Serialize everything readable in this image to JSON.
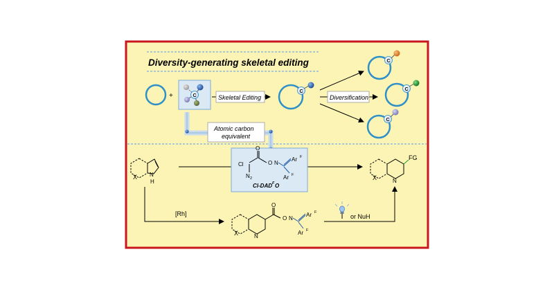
{
  "title": "Diversity-generating skeletal editing",
  "top_row": {
    "plus": "+",
    "reagent_atom": "C",
    "skeletal_editing_label": "Skeletal Editing",
    "product_atom": "C",
    "diversification_label": "Diversification",
    "products": [
      {
        "atom": "C",
        "substituent_color": "#e07b1a"
      },
      {
        "atom": "C",
        "substituent_color": "#1a9a2a"
      },
      {
        "atom": "C",
        "substituent_color": "#8c8cc8"
      }
    ],
    "atomic_carbon_label_line1": "Atomic carbon",
    "atomic_carbon_label_line2": "equivalent"
  },
  "bottom_row": {
    "indole_x": "X",
    "indole_nh": "H",
    "indole_n": "N",
    "reagent_box": {
      "cl": "Cl",
      "n2": "N",
      "n2_sub": "2",
      "o_carbonyl": "O",
      "o_ester": "O",
      "n_oxime": "N",
      "ar1": "Ar",
      "ar1_sup": "F",
      "ar2": "Ar",
      "ar2_sup": "F",
      "name_main": "Cl-DAD",
      "name_sup": "F",
      "name_tail": "O"
    },
    "product": {
      "x": "X",
      "n": "N",
      "fg": "FG"
    },
    "rh_label": "[Rh]",
    "intermediate": {
      "x": "X",
      "n": "N",
      "o_carbonyl": "O",
      "o_ester": "O",
      "n_oxime": "N",
      "ar1": "Ar",
      "ar1_sup": "F",
      "ar2": "Ar",
      "ar2_sup": "F"
    },
    "nuh_label": "or NuH"
  },
  "colors": {
    "frame_red": "#c8161c",
    "panel_yellow": "#fcf4b4",
    "ring_blue": "#2f8fc8",
    "atom_blue": "#1f5aa8",
    "box_blue_fill": "#dbe9f4",
    "dash_blue": "#7aaee0"
  }
}
